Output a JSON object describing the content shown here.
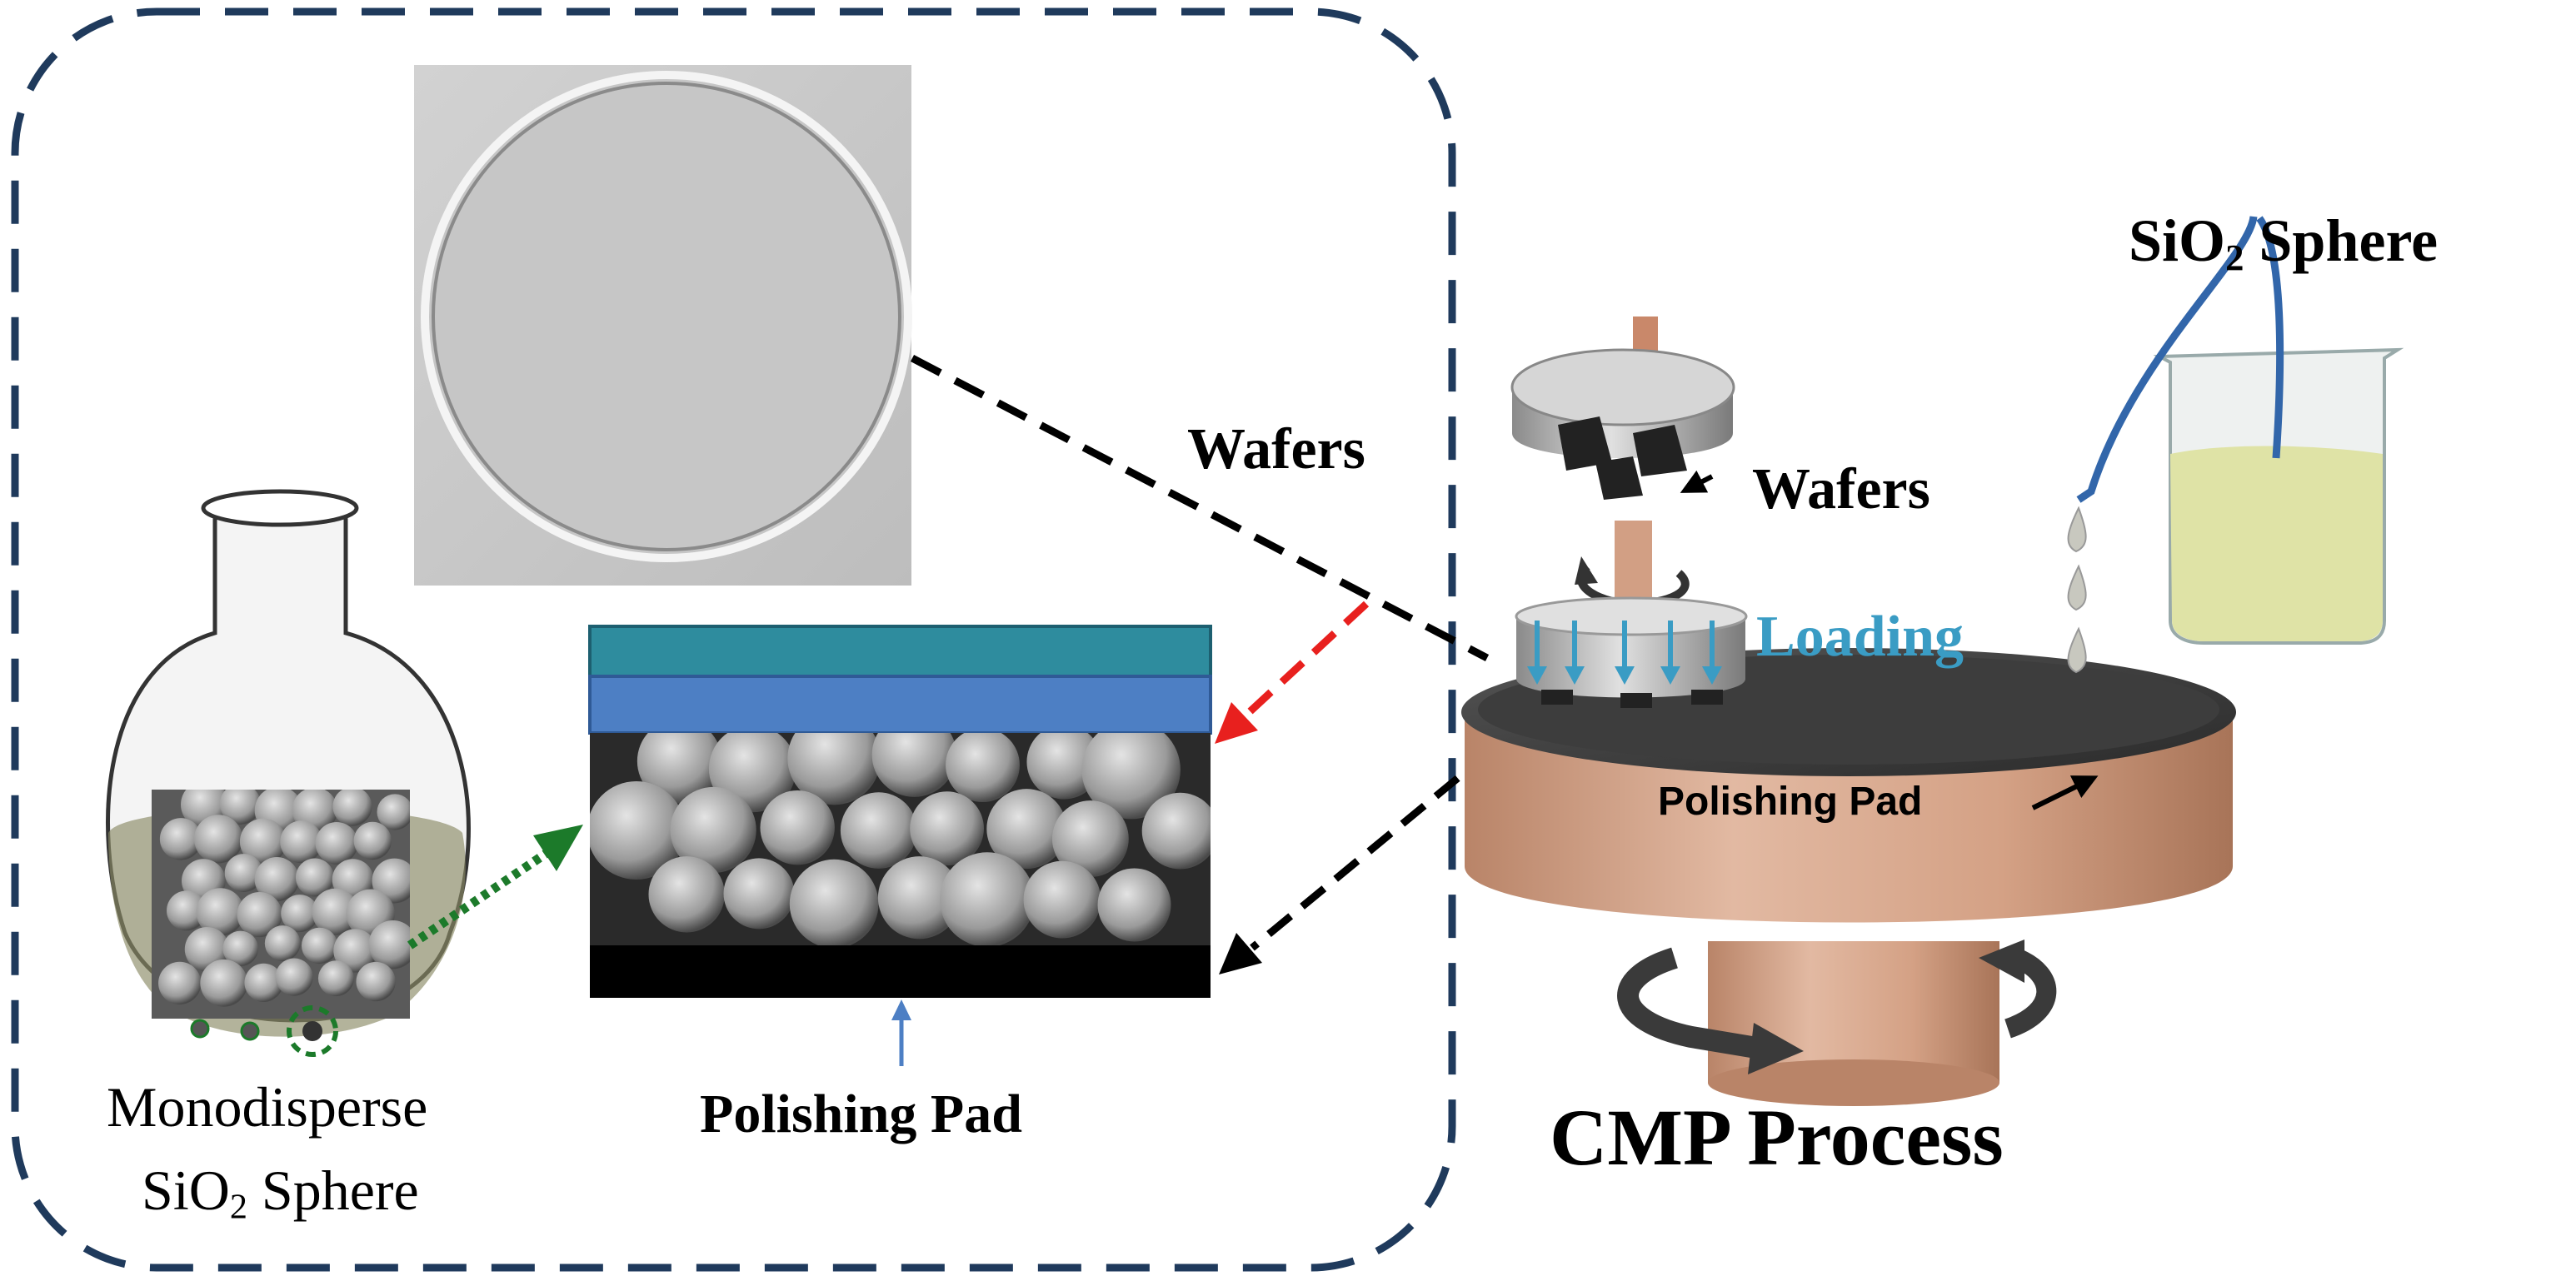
{
  "labels": {
    "wafers_inset": "Wafers",
    "wafers_machine": "Wafers",
    "loading": "Loading",
    "polishing_pad_machine": "Polishing  Pad",
    "polishing_pad_inset": "Polishing Pad",
    "cmp_process": "CMP Process",
    "monodisperse": "Monodisperse",
    "sio2_sphere_flask": {
      "pre": "SiO",
      "sub": "2",
      "post": " Sphere"
    },
    "sio2_sphere_beaker": {
      "pre": "SiO",
      "sub": "2",
      "post": " Sphere"
    }
  },
  "colors": {
    "dashed_frame": "#1f3a5c",
    "pad_layer_top": "#2e8c9e",
    "pad_layer_mid": "#4d7fc4",
    "pad_base": "#000000",
    "red_arrow": "#e8201e",
    "green_arrow": "#1c7a2a",
    "loading_text": "#3a9cc4",
    "copper": "#d29f84",
    "slurry": "#dfe3a6",
    "wafer_gray": "#c8c8c8"
  },
  "icons": [
    "flask-icon",
    "beaker-icon",
    "polishing-platen-icon",
    "wafer-carrier-icon",
    "rotation-arrow-icon"
  ]
}
